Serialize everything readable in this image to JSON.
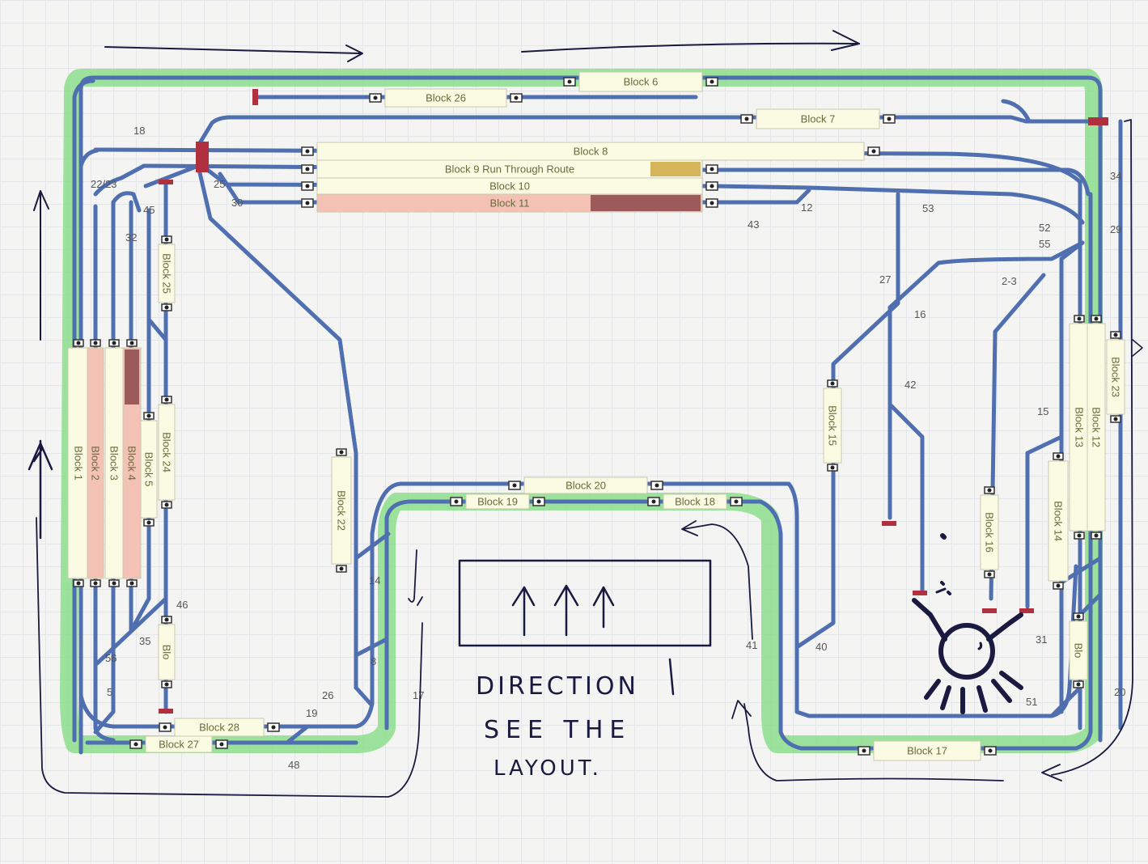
{
  "colors": {
    "track": "#4f6fb0",
    "highlight": "#7fdc7f",
    "block_fill": "#fbfbe3",
    "block_occupied": "#f3c2b5",
    "block_occupied_dark": "#9c5a5a",
    "block_label": "#6a6a3a",
    "switch_label": "#555555",
    "ink": "#1a1a40",
    "buffer": "#b03040"
  },
  "blocks": [
    {
      "id": "b6",
      "label": "Block 6"
    },
    {
      "id": "b26",
      "label": "Block 26"
    },
    {
      "id": "b7",
      "label": "Block 7"
    },
    {
      "id": "b8",
      "label": "Block 8"
    },
    {
      "id": "b9",
      "label": "Block 9 Run Through Route"
    },
    {
      "id": "b10",
      "label": "Block 10"
    },
    {
      "id": "b11",
      "label": "Block 11"
    },
    {
      "id": "b1",
      "label": "Block 1"
    },
    {
      "id": "b2",
      "label": "Block 2"
    },
    {
      "id": "b3",
      "label": "Block 3"
    },
    {
      "id": "b4",
      "label": "Block 4"
    },
    {
      "id": "b5",
      "label": "Block 5"
    },
    {
      "id": "b25",
      "label": "Block 25"
    },
    {
      "id": "b24",
      "label": "Block 24"
    },
    {
      "id": "bbl",
      "label": "Blo"
    },
    {
      "id": "b22",
      "label": "Block 22"
    },
    {
      "id": "b20",
      "label": "Block 20"
    },
    {
      "id": "b19",
      "label": "Block 19"
    },
    {
      "id": "b18",
      "label": "Block 18"
    },
    {
      "id": "b15",
      "label": "Block 15"
    },
    {
      "id": "b16",
      "label": "Block 16"
    },
    {
      "id": "b13",
      "label": "Block 13"
    },
    {
      "id": "b12",
      "label": "Block 12"
    },
    {
      "id": "b23",
      "label": "Block 23"
    },
    {
      "id": "b14",
      "label": "Block 14"
    },
    {
      "id": "bbr",
      "label": "Blo"
    },
    {
      "id": "b28",
      "label": "Block 28"
    },
    {
      "id": "b27",
      "label": "Block 27"
    },
    {
      "id": "b17",
      "label": "Block 17"
    }
  ],
  "switches": [
    {
      "id": "s18",
      "label": "18"
    },
    {
      "id": "s2223",
      "label": "22/23"
    },
    {
      "id": "s45",
      "label": "45"
    },
    {
      "id": "s32",
      "label": "32"
    },
    {
      "id": "s25",
      "label": "25"
    },
    {
      "id": "s30",
      "label": "30"
    },
    {
      "id": "s43",
      "label": "43"
    },
    {
      "id": "s12",
      "label": "12"
    },
    {
      "id": "s53",
      "label": "53"
    },
    {
      "id": "s34",
      "label": "34"
    },
    {
      "id": "s52",
      "label": "52"
    },
    {
      "id": "s55",
      "label": "55"
    },
    {
      "id": "s29",
      "label": "29"
    },
    {
      "id": "s27",
      "label": "27"
    },
    {
      "id": "s23b",
      "label": "2-3"
    },
    {
      "id": "s16",
      "label": "16"
    },
    {
      "id": "s42",
      "label": "42"
    },
    {
      "id": "s15",
      "label": "15"
    },
    {
      "id": "s46",
      "label": "46"
    },
    {
      "id": "s35",
      "label": "35"
    },
    {
      "id": "s56",
      "label": "56"
    },
    {
      "id": "s5",
      "label": "5"
    },
    {
      "id": "s14",
      "label": "14"
    },
    {
      "id": "s8",
      "label": "8"
    },
    {
      "id": "s26",
      "label": "26"
    },
    {
      "id": "s17",
      "label": "17"
    },
    {
      "id": "s19",
      "label": "19"
    },
    {
      "id": "s48",
      "label": "48"
    },
    {
      "id": "s41",
      "label": "41"
    },
    {
      "id": "s40",
      "label": "40"
    },
    {
      "id": "s31",
      "label": "31"
    },
    {
      "id": "s51",
      "label": "51"
    },
    {
      "id": "s20",
      "label": "20"
    }
  ],
  "annotation": {
    "line1": "DIRECTION",
    "line2": "SEE THE",
    "line3": "LAYOUT."
  }
}
